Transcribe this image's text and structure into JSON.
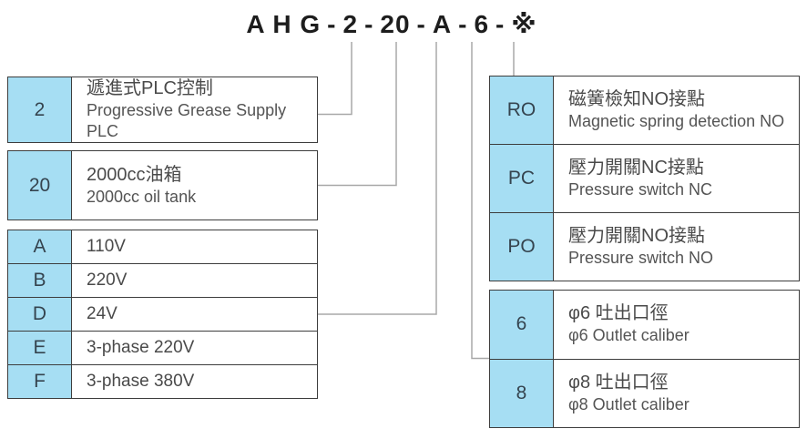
{
  "title": {
    "segments": [
      "A H G",
      "-",
      "2",
      "-",
      "20",
      "-",
      "A",
      "-",
      "6",
      "-",
      "※"
    ]
  },
  "colors": {
    "accent_blue": "#a6def3",
    "table_border": "#3d3d3d",
    "connector_gray": "#a8a8a8",
    "title_text": "#1d1d1d"
  },
  "tables": {
    "plc": {
      "rows": [
        {
          "code": "2",
          "zh": "遞進式PLC控制",
          "en": "Progressive Grease Supply PLC"
        }
      ]
    },
    "tank": {
      "rows": [
        {
          "code": "20",
          "zh": "2000cc油箱",
          "en": "2000cc oil tank"
        }
      ]
    },
    "voltage": {
      "rows": [
        {
          "code": "A",
          "label": "110V"
        },
        {
          "code": "B",
          "label": "220V"
        },
        {
          "code": "D",
          "label": "24V"
        },
        {
          "code": "E",
          "label": "3-phase 220V"
        },
        {
          "code": "F",
          "label": "3-phase 380V"
        }
      ]
    },
    "detection": {
      "rows": [
        {
          "code": "RO",
          "zh": "磁簧檢知NO接點",
          "en": "Magnetic spring detection NO"
        },
        {
          "code": "PC",
          "zh": "壓力開關NC接點",
          "en": "Pressure switch NC"
        },
        {
          "code": "PO",
          "zh": "壓力開關NO接點",
          "en": "Pressure switch NO"
        }
      ]
    },
    "outlet": {
      "rows": [
        {
          "code": "6",
          "zh": "φ6 吐出口徑",
          "en": "φ6 Outlet caliber"
        },
        {
          "code": "8",
          "zh": "φ8 吐出口徑",
          "en": "φ8 Outlet caliber"
        }
      ]
    }
  }
}
